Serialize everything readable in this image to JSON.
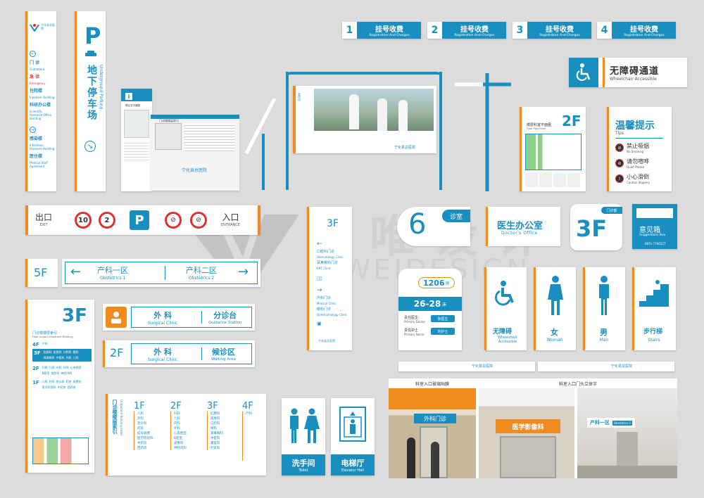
{
  "colors": {
    "blue": "#1a8fbf",
    "orange": "#f08c1e",
    "background": "#dcdcdc",
    "white": "#ffffff"
  },
  "logo_text": "宁化县总医院",
  "watermark": {
    "cn": "集唯设计",
    "en": "JIWEIDESIGN"
  },
  "registration": [
    {
      "num": "1",
      "cn": "挂号收费",
      "en": "Registration And Charges"
    },
    {
      "num": "2",
      "cn": "挂号收费",
      "en": "Registration And Charges"
    },
    {
      "num": "3",
      "cn": "挂号收费",
      "en": "Registration And Charges"
    },
    {
      "num": "4",
      "cn": "挂号收费",
      "en": "Registration And Charges"
    }
  ],
  "wheelchair_access": {
    "cn": "无障碍通道",
    "en": "Wheelchair Accessible"
  },
  "vertical_nav": {
    "items": [
      {
        "cn": "门 诊",
        "en": "Outpatient"
      },
      {
        "cn": "急 诊",
        "en": "Emergency"
      },
      {
        "cn": "住院楼",
        "en": "Inpatient Building"
      },
      {
        "cn": "科研办公楼",
        "en": "Scientific Research Office Building"
      },
      {
        "cn": "感染楼",
        "en": "Infectious Diseases Building"
      },
      {
        "cn": "医住楼",
        "en": "Medical Staff Apartment"
      }
    ]
  },
  "parking": {
    "letter": "P",
    "cn": "地下停车场",
    "en": "Underground Parking"
  },
  "info_board": {
    "title": "院区总平面图",
    "icon": "i"
  },
  "directory_board": {
    "title": "门诊楼楼层索引"
  },
  "photo_board": {
    "title": "宣传栏"
  },
  "floor_plan": {
    "floor": "2F",
    "title": "楼层科室平面图",
    "en": "Floor Plan Floor"
  },
  "tips": {
    "title_cn": "温馨提示",
    "title_en": "Tips",
    "items": [
      {
        "cn": "禁止吸烟",
        "en": "No Smoking"
      },
      {
        "cn": "请勿喧哗",
        "en": "Quiet Please"
      },
      {
        "cn": "小心滑倒",
        "en": "Caution Slippery"
      }
    ]
  },
  "exit_entrance": {
    "exit_cn": "出口",
    "exit_en": "EXIT",
    "entrance_cn": "入口",
    "entrance_en": "ENTRANCE",
    "speed_limit": "10",
    "height_limit": "2",
    "parking": "P"
  },
  "floor_side_sign": {
    "floor": "3F",
    "items": [
      {
        "cn": "口腔科门诊",
        "en": "Stomatology Clinic"
      },
      {
        "cn": "耳鼻喉科门诊",
        "en": "ENT Clinic"
      },
      {
        "cn": "内科门诊",
        "en": "Medical Clinic"
      },
      {
        "cn": "眼科门诊",
        "en": "Ophthalmology Clinic"
      }
    ]
  },
  "clinic_room": {
    "number": "6",
    "label": "诊室"
  },
  "doctors_office": {
    "cn": "医生办公室",
    "en": "Doctor's Office"
  },
  "floor_label": {
    "tag": "门诊部",
    "floor": "3F"
  },
  "suggestion_box": {
    "cn": "意见箱",
    "en": "Suggestions Box",
    "phone": "0871-7766527"
  },
  "obstetrics": {
    "floor": "5F",
    "left_cn": "产科一区",
    "left_en": "Obstetrics 1",
    "right_cn": "产科二区",
    "right_en": "Obstetrics 2"
  },
  "ward": {
    "room": "1206",
    "room_suffix": "房",
    "beds": "26-28",
    "beds_suffix": "床",
    "doctor_label": "责任医生",
    "doctor_en": "Primary Doctor",
    "doctor_name": "张医生",
    "nurse_label": "责任护士",
    "nurse_en": "Primary Nurse",
    "nurse_name": "刘护士"
  },
  "pictograms": [
    {
      "cn": "无障碍",
      "en": "Wheelchair Accessible",
      "icon": "wheelchair-icon"
    },
    {
      "cn": "女",
      "en": "Woman",
      "icon": "woman-icon"
    },
    {
      "cn": "男",
      "en": "Man",
      "icon": "man-icon"
    },
    {
      "cn": "步行梯",
      "en": "Stairs",
      "icon": "stairs-icon"
    }
  ],
  "floor_directory": {
    "floor": "3F",
    "title": "门诊楼楼层索引",
    "en": "Floor Guide (Outpatient Building)",
    "sections": [
      {
        "floor": "4F",
        "items": [
          "产科"
        ]
      },
      {
        "floor": "3F",
        "items": [
          "肛肠科",
          "皮肤科",
          "口腔科",
          "眼科",
          "耳鼻喉科",
          "中医科",
          "内科",
          "儿科"
        ]
      },
      {
        "floor": "2F",
        "items": [
          "妇科",
          "儿科",
          "内科",
          "外科",
          "心电图室",
          "B超室",
          "皮肤科",
          "神经内科"
        ]
      },
      {
        "floor": "1F",
        "items": [
          "儿科",
          "外科",
          "急诊科",
          "药房",
          "收费处",
          "医学检验科",
          "中药房",
          "西药房"
        ]
      }
    ]
  },
  "surgical": [
    {
      "floor": "",
      "cn": "外 科",
      "en": "Surgical Clinic",
      "right_cn": "分诊台",
      "right_en": "Guidance Station"
    },
    {
      "floor": "2F",
      "cn": "外 科",
      "en": "Surgical Clinic",
      "right_cn": "候诊区",
      "right_en": "Waiting Area"
    }
  ],
  "wide_directory": {
    "title": "门诊楼楼层索引",
    "en": "Outpatient Building Index",
    "floors": [
      {
        "floor": "1F",
        "items": [
          "儿科",
          "外科",
          "急诊科",
          "药房",
          "挂号收费",
          "医学检验科",
          "中药房",
          "西药房"
        ]
      },
      {
        "floor": "2F",
        "items": [
          "妇科",
          "儿科",
          "内科",
          "外科",
          "心电图室",
          "B超室",
          "皮肤科",
          "神经内科"
        ]
      },
      {
        "floor": "3F",
        "items": [
          "肛肠科",
          "皮肤科",
          "口腔科",
          "眼科",
          "耳鼻喉科",
          "中医科",
          "康复科",
          "针灸科"
        ]
      },
      {
        "floor": "4F",
        "items": [
          "产科"
        ]
      }
    ]
  },
  "toilet": {
    "cn": "洗手间",
    "en": "Toilet"
  },
  "elevator": {
    "cn": "电梯厅",
    "en": "Elevator Hall"
  },
  "photos": {
    "caption_left": "科室入口玻璃贴膜",
    "caption_right": "科室入口门头立体字",
    "sign1": "外科门诊",
    "sign2": "医学影像科",
    "sign3": "产科一区",
    "sign3_en": "Obstetrics 1"
  }
}
